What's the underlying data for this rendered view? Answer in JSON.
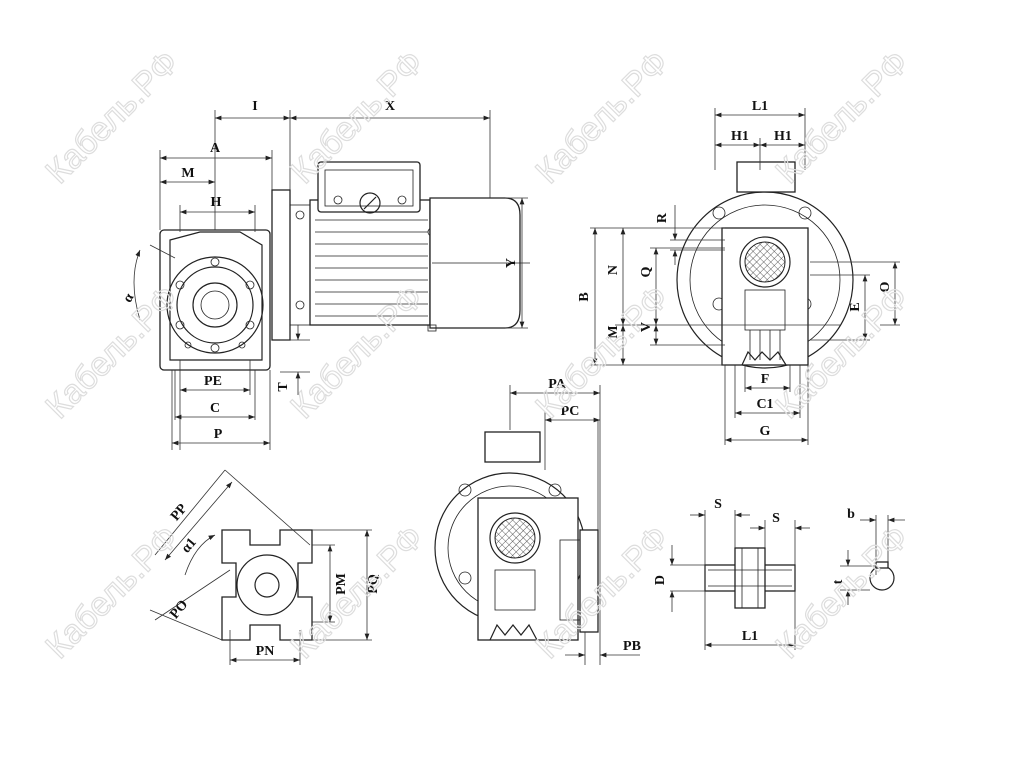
{
  "watermark": "Кабель.РФ",
  "views": {
    "motor_side": {
      "I": "I",
      "X": "X",
      "A": "A",
      "M": "M",
      "H": "H",
      "alpha": "α",
      "PE": "PE",
      "C": "C",
      "P": "P",
      "T": "T",
      "Y": "Y"
    },
    "gearbox_front": {
      "L1": "L1",
      "H1_left": "H1",
      "H1_right": "H1",
      "R": "R",
      "B": "B",
      "N": "N",
      "Q": "Q",
      "M": "M",
      "V": "V",
      "O": "O",
      "E": "E",
      "F": "F",
      "C1": "C1",
      "G": "G"
    },
    "flange_view": {
      "PA": "PA",
      "PC": "PC",
      "PB": "PB"
    },
    "flange_square": {
      "PP": "PP",
      "alpha1": "α1",
      "PO": "PO",
      "PM": "PM",
      "PQ": "PQ",
      "PN": "PN"
    },
    "shaft": {
      "S_left": "S",
      "S_right": "S",
      "D": "D",
      "L1": "L1",
      "b": "b",
      "t": "t"
    }
  }
}
